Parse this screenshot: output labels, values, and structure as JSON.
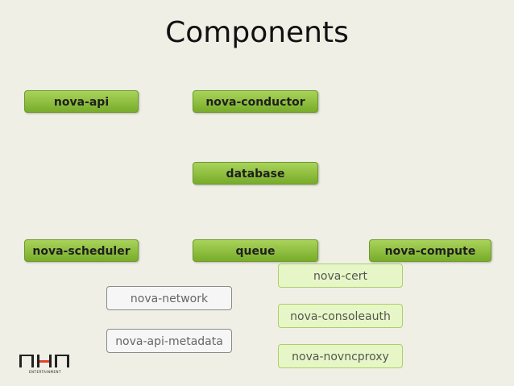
{
  "title": "Components",
  "components": {
    "nova_api": "nova-api",
    "nova_conductor": "nova-conductor",
    "database": "database",
    "nova_scheduler": "nova-scheduler",
    "queue": "queue",
    "nova_compute": "nova-compute",
    "nova_cert": "nova-cert",
    "nova_network": "nova-network",
    "nova_consoleauth": "nova-consoleauth",
    "nova_api_metadata": "nova-api-metadata",
    "nova_novncproxy": "nova-novncproxy"
  },
  "logo": {
    "name": "NHN",
    "subtitle": "ENTERTAINMENT"
  },
  "colors": {
    "primary_box": "#8cbf3f",
    "secondary_box": "#e7f6c6",
    "network_box": "#f6f6f6",
    "logo_accent": "#e8402a"
  }
}
